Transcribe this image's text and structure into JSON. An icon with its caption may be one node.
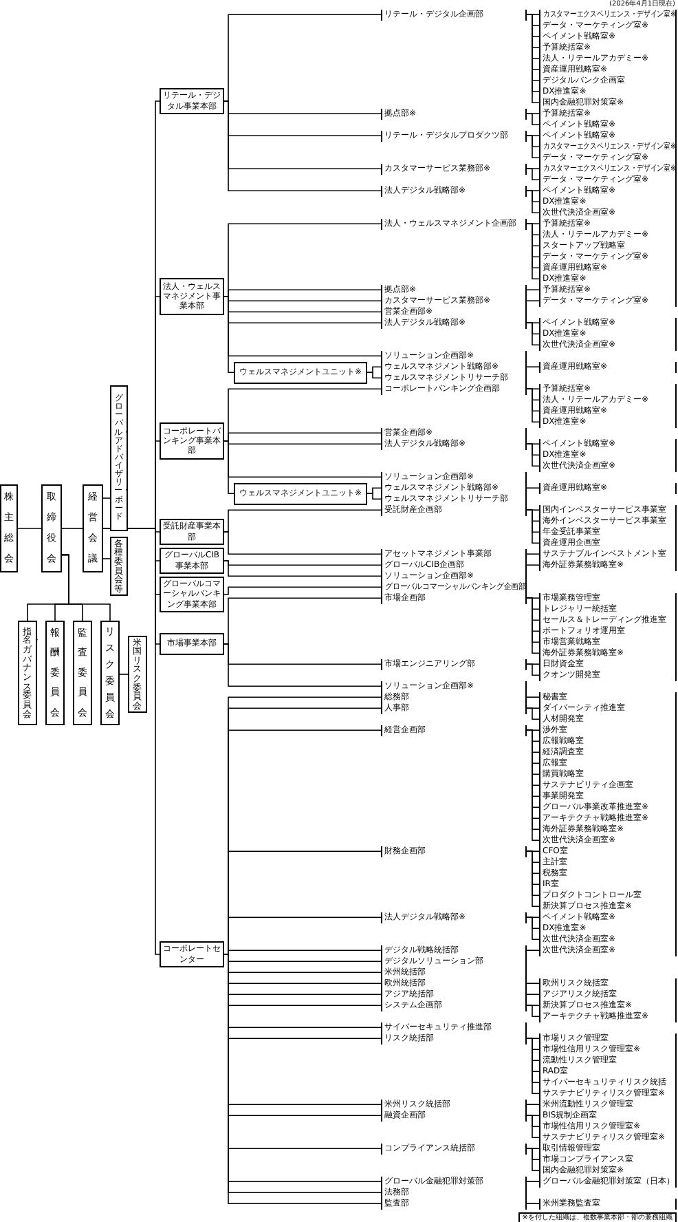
{
  "diagram": {
    "nodes": [
      {
        "text": [
          "株主総会"
        ]
      },
      {
        "text": [
          "取締役会"
        ]
      },
      {
        "text": [
          "経営会議"
        ]
      },
      {
        "text": [
          "グローバル・アドバイザリー・ボード"
        ]
      },
      {
        "text": [
          "各種委員会等"
        ]
      },
      {
        "text": [
          "指名・ガバナンス委員会"
        ]
      },
      {
        "text": [
          "報酬委員会"
        ]
      },
      {
        "text": [
          "監査委員会"
        ]
      },
      {
        "text": [
          "リスク委員会"
        ]
      },
      {
        "text": [
          "米国リスク委員会"
        ]
      },
      {
        "text": [
          "リテール・デジタル事業本部"
        ]
      },
      {
        "text": [
          "リテール・デジタル企画部"
        ]
      },
      {
        "text": [
          "カスタマーエクスペリエンス・デザイン室※"
        ]
      },
      {
        "text": [
          "データ・マーケティング室※"
        ]
      },
      {
        "text": [
          "ペイメント戦略室※"
        ]
      },
      {
        "text": [
          "予算統括室※"
        ]
      },
      {
        "text": [
          "法人・リテールアカデミー※"
        ]
      },
      {
        "text": [
          "資産運用戦略室※"
        ]
      },
      {
        "text": [
          "デジタルバンク企画室"
        ]
      },
      {
        "text": [
          "DX推進室※"
        ]
      },
      {
        "text": [
          "国内金融犯罪対策室※"
        ]
      },
      {
        "text": [
          "拠点部※"
        ]
      },
      {
        "text": [
          "予算統括室※"
        ]
      },
      {
        "text": [
          "ペイメント戦略室※"
        ]
      },
      {
        "text": [
          "リテール・デジタルプロダクツ部"
        ]
      },
      {
        "text": [
          "ペイメント戦略室※"
        ]
      },
      {
        "text": [
          "カスタマーエクスペリエンス・デザイン室※"
        ]
      },
      {
        "text": [
          "データ・マーケティング室※"
        ]
      },
      {
        "text": [
          "カスタマーサービス業務部※"
        ]
      },
      {
        "text": [
          "カスタマーエクスペリエンス・デザイン室※"
        ]
      },
      {
        "text": [
          "データ・マーケティング室※"
        ]
      },
      {
        "text": [
          "法人デジタル戦略部※"
        ]
      },
      {
        "text": [
          "ペイメント戦略室※"
        ]
      },
      {
        "text": [
          "DX推進室※"
        ]
      },
      {
        "text": [
          "次世代決済企画室※"
        ]
      },
      {
        "text": [
          "法人・ウェルスマネジメント事業本部"
        ]
      },
      {
        "text": [
          "法人・ウェルスマネジメント企画部"
        ]
      },
      {
        "text": [
          "予算統括室※"
        ]
      },
      {
        "text": [
          "法人・リテールアカデミー※"
        ]
      },
      {
        "text": [
          "スタートアップ戦略室"
        ]
      },
      {
        "text": [
          "データ・マーケティング室※"
        ]
      },
      {
        "text": [
          "資産運用戦略室※"
        ]
      },
      {
        "text": [
          "DX推進室※"
        ]
      },
      {
        "text": [
          "拠点部※"
        ]
      },
      {
        "text": [
          "予算統括室※"
        ]
      },
      {
        "text": [
          "カスタマーサービス業務部※"
        ]
      },
      {
        "text": [
          "データ・マーケティング室※"
        ]
      },
      {
        "text": [
          "営業企画部※"
        ]
      },
      {
        "text": [
          "法人デジタル戦略部※"
        ]
      },
      {
        "text": [
          "ペイメント戦略室※"
        ]
      },
      {
        "text": [
          "DX推進室※"
        ]
      },
      {
        "text": [
          "次世代決済企画室※"
        ]
      },
      {
        "text": [
          "ソリューション企画部※"
        ]
      },
      {
        "text": [
          "ウェルスマネジメントユニット※"
        ]
      },
      {
        "text": [
          "ウェルスマネジメント戦略部※"
        ]
      },
      {
        "text": [
          "資産運用戦略室※"
        ]
      },
      {
        "text": [
          "ウェルスマネジメントリサーチ部"
        ]
      },
      {
        "text": [
          "コーポレートバンキング事業本部"
        ]
      },
      {
        "text": [
          "コーポレートバンキング企画部"
        ]
      },
      {
        "text": [
          "予算統括室※"
        ]
      },
      {
        "text": [
          "法人・リテールアカデミー※"
        ]
      },
      {
        "text": [
          "資産運用戦略室※"
        ]
      },
      {
        "text": [
          "DX推進室※"
        ]
      },
      {
        "text": [
          "営業企画部※"
        ]
      },
      {
        "text": [
          "法人デジタル戦略部※"
        ]
      },
      {
        "text": [
          "ペイメント戦略室※"
        ]
      },
      {
        "text": [
          "DX推進室※"
        ]
      },
      {
        "text": [
          "次世代決済企画室※"
        ]
      },
      {
        "text": [
          "ソリューション企画部※"
        ]
      },
      {
        "text": [
          "ウェルスマネジメントユニット※"
        ]
      },
      {
        "text": [
          "ウェルスマネジメント戦略部※"
        ]
      },
      {
        "text": [
          "資産運用戦略室※"
        ]
      },
      {
        "text": [
          "ウェルスマネジメントリサーチ部"
        ]
      },
      {
        "text": [
          "受託財産事業本部"
        ]
      },
      {
        "text": [
          "受託財産企画部"
        ]
      },
      {
        "text": [
          "国内インベスターサービス事業室"
        ]
      },
      {
        "text": [
          "海外インベスターサービス事業室"
        ]
      },
      {
        "text": [
          "年金受託事業室"
        ]
      },
      {
        "text": [
          "資産運用企画室"
        ]
      },
      {
        "text": [
          "アセットマネジメント事業部"
        ]
      },
      {
        "text": [
          "サステナブルインベストメント室"
        ]
      },
      {
        "text": [
          "グローバルCIB事業本部"
        ]
      },
      {
        "text": [
          "グローバルCIB企画部"
        ]
      },
      {
        "text": [
          "海外証券業務戦略室※"
        ]
      },
      {
        "text": [
          "ソリューション企画部※"
        ]
      },
      {
        "text": [
          "グローバルコマーシャルバンキング事業本部"
        ]
      },
      {
        "text": [
          "グローバルコマーシャルバンキング企画部"
        ]
      },
      {
        "text": [
          "市場事業本部"
        ]
      },
      {
        "text": [
          "市場企画部"
        ]
      },
      {
        "text": [
          "市場業務管理室"
        ]
      },
      {
        "text": [
          "トレジャリー統括室"
        ]
      },
      {
        "text": [
          "セールス＆トレーディング推進室"
        ]
      },
      {
        "text": [
          "ポートフォリオ運用室"
        ]
      },
      {
        "text": [
          "市場営業戦略室"
        ]
      },
      {
        "text": [
          "海外証券業務戦略室※"
        ]
      },
      {
        "text": [
          "市場エンジニアリング部"
        ]
      },
      {
        "text": [
          "日財資金室"
        ]
      },
      {
        "text": [
          "クオンツ開発室"
        ]
      },
      {
        "text": [
          "ソリューション企画部※"
        ]
      },
      {
        "text": [
          "コーポレートセンター"
        ]
      },
      {
        "text": [
          "総務部"
        ]
      },
      {
        "text": [
          "秘書室"
        ]
      },
      {
        "text": [
          "人事部"
        ]
      },
      {
        "text": [
          "ダイバーシティ推進室"
        ]
      },
      {
        "text": [
          "人材開発室"
        ]
      },
      {
        "text": [
          "経営企画部"
        ]
      },
      {
        "text": [
          "渉外室"
        ]
      },
      {
        "text": [
          "広報戦略室"
        ]
      },
      {
        "text": [
          "経済調査室"
        ]
      },
      {
        "text": [
          "広報室"
        ]
      },
      {
        "text": [
          "購買戦略室"
        ]
      },
      {
        "text": [
          "サステナビリティ企画室"
        ]
      },
      {
        "text": [
          "事業開発室"
        ]
      },
      {
        "text": [
          "グローバル事業改革推進室※"
        ]
      },
      {
        "text": [
          "アーキテクチャ戦略推進室※"
        ]
      },
      {
        "text": [
          "海外証券業務戦略室※"
        ]
      },
      {
        "text": [
          "次世代決済企画室※"
        ]
      },
      {
        "text": [
          "財務企画部"
        ]
      },
      {
        "text": [
          "CFO室"
        ]
      },
      {
        "text": [
          "主計室"
        ]
      },
      {
        "text": [
          "税務室"
        ]
      },
      {
        "text": [
          "IR室"
        ]
      },
      {
        "text": [
          "プロダクトコントロール室"
        ]
      },
      {
        "text": [
          "新決算プロセス推進室※"
        ]
      },
      {
        "text": [
          "法人デジタル戦略部※"
        ]
      },
      {
        "text": [
          "ペイメント戦略室※"
        ]
      },
      {
        "text": [
          "DX推進室※"
        ]
      },
      {
        "text": [
          "次世代決済企画室※"
        ]
      },
      {
        "text": [
          "デジタル戦略統括部"
        ]
      },
      {
        "text": [
          "次世代決済企画室※"
        ]
      },
      {
        "text": [
          "デジタルソリューション部"
        ]
      },
      {
        "text": [
          "米州統括部"
        ]
      },
      {
        "text": [
          "欧州統括部"
        ]
      },
      {
        "text": [
          "欧州リスク統括室"
        ]
      },
      {
        "text": [
          "アジア統括部"
        ]
      },
      {
        "text": [
          "アジアリスク統括室"
        ]
      },
      {
        "text": [
          "システム企画部"
        ]
      },
      {
        "text": [
          "新決算プロセス推進室※"
        ]
      },
      {
        "text": [
          "アーキテクチャ戦略推進室※"
        ]
      },
      {
        "text": [
          "サイバーセキュリティ推進部"
        ]
      },
      {
        "text": [
          "リスク統括部"
        ]
      },
      {
        "text": [
          "市場リスク管理室"
        ]
      },
      {
        "text": [
          "市場性信用リスク管理室※"
        ]
      },
      {
        "text": [
          "流動性リスク管理室"
        ]
      },
      {
        "text": [
          "RAD室"
        ]
      },
      {
        "text": [
          "サイバーセキュリティリスク統括"
        ]
      },
      {
        "text": [
          "サステナビリティリスク管理室※"
        ]
      },
      {
        "text": [
          "米州リスク統括部"
        ]
      },
      {
        "text": [
          "米州流動性リスク管理室"
        ]
      },
      {
        "text": [
          "融資企画部"
        ]
      },
      {
        "text": [
          "BIS規制企画室"
        ]
      },
      {
        "text": [
          "市場性信用リスク管理室※"
        ]
      },
      {
        "text": [
          "サステナビリティリスク管理室※"
        ]
      },
      {
        "text": [
          "コンプライアンス統括部"
        ]
      },
      {
        "text": [
          "取引情報管理室"
        ]
      },
      {
        "text": [
          "市場コンプライアンス室"
        ]
      },
      {
        "text": [
          "国内金融犯罪対策室※"
        ]
      },
      {
        "text": [
          "グローバル金融犯罪対策部"
        ]
      },
      {
        "text": [
          "グローバル金融犯罪対策室（日本）"
        ]
      },
      {
        "text": [
          "法務部"
        ]
      },
      {
        "text": [
          "監査部"
        ]
      },
      {
        "text": [
          "米州業務監査室"
        ]
      }
    ],
    "edges": [
      {
        "from": 0,
        "to": 1,
        "arrow": "none"
      },
      {
        "from": 1,
        "to": 2,
        "arrow": "none"
      },
      {
        "from": 2,
        "to": 3,
        "arrow": "none"
      },
      {
        "from": 2,
        "to": 4,
        "arrow": "none"
      },
      {
        "from": 1,
        "to": 5,
        "arrow": "none"
      },
      {
        "from": 1,
        "to": 6,
        "arrow": "none"
      },
      {
        "from": 1,
        "to": 7,
        "arrow": "none"
      },
      {
        "from": 1,
        "to": 8,
        "arrow": "none"
      },
      {
        "from": 8,
        "to": 9,
        "arrow": "none"
      },
      {
        "from": 2,
        "to": 10,
        "arrow": "none"
      },
      {
        "from": 2,
        "to": 35,
        "arrow": "none"
      },
      {
        "from": 2,
        "to": 57,
        "arrow": "none"
      },
      {
        "from": 2,
        "to": 73,
        "arrow": "none"
      },
      {
        "from": 2,
        "to": 81,
        "arrow": "none"
      },
      {
        "from": 2,
        "to": 85,
        "arrow": "none"
      },
      {
        "from": 2,
        "to": 87,
        "arrow": "none"
      },
      {
        "from": 2,
        "to": 99,
        "arrow": "none"
      },
      {
        "from": 10,
        "to": 11,
        "arrow": "none"
      },
      {
        "from": 10,
        "to": 21,
        "arrow": "none"
      },
      {
        "from": 10,
        "to": 24,
        "arrow": "none"
      },
      {
        "from": 10,
        "to": 28,
        "arrow": "none"
      },
      {
        "from": 10,
        "to": 31,
        "arrow": "none"
      },
      {
        "from": 11,
        "to": 12,
        "arrow": "none"
      },
      {
        "from": 11,
        "to": 13,
        "arrow": "none"
      },
      {
        "from": 11,
        "to": 14,
        "arrow": "none"
      },
      {
        "from": 11,
        "to": 15,
        "arrow": "none"
      },
      {
        "from": 11,
        "to": 16,
        "arrow": "none"
      },
      {
        "from": 11,
        "to": 17,
        "arrow": "none"
      },
      {
        "from": 11,
        "to": 18,
        "arrow": "none"
      },
      {
        "from": 11,
        "to": 19,
        "arrow": "none"
      },
      {
        "from": 11,
        "to": 20,
        "arrow": "none"
      },
      {
        "from": 21,
        "to": 22,
        "arrow": "none"
      },
      {
        "from": 21,
        "to": 23,
        "arrow": "none"
      },
      {
        "from": 24,
        "to": 25,
        "arrow": "none"
      },
      {
        "from": 24,
        "to": 26,
        "arrow": "none"
      },
      {
        "from": 24,
        "to": 27,
        "arrow": "none"
      },
      {
        "from": 28,
        "to": 29,
        "arrow": "none"
      },
      {
        "from": 28,
        "to": 30,
        "arrow": "none"
      },
      {
        "from": 31,
        "to": 32,
        "arrow": "none"
      },
      {
        "from": 31,
        "to": 33,
        "arrow": "none"
      },
      {
        "from": 31,
        "to": 34,
        "arrow": "none"
      },
      {
        "from": 35,
        "to": 36,
        "arrow": "none"
      },
      {
        "from": 35,
        "to": 43,
        "arrow": "none"
      },
      {
        "from": 35,
        "to": 45,
        "arrow": "none"
      },
      {
        "from": 35,
        "to": 47,
        "arrow": "none"
      },
      {
        "from": 35,
        "to": 48,
        "arrow": "none"
      },
      {
        "from": 35,
        "to": 52,
        "arrow": "none"
      },
      {
        "from": 35,
        "to": 53,
        "arrow": "none"
      },
      {
        "from": 36,
        "to": 37,
        "arrow": "none"
      },
      {
        "from": 36,
        "to": 38,
        "arrow": "none"
      },
      {
        "from": 36,
        "to": 39,
        "arrow": "none"
      },
      {
        "from": 36,
        "to": 40,
        "arrow": "none"
      },
      {
        "from": 36,
        "to": 41,
        "arrow": "none"
      },
      {
        "from": 36,
        "to": 42,
        "arrow": "none"
      },
      {
        "from": 43,
        "to": 44,
        "arrow": "none"
      },
      {
        "from": 45,
        "to": 46,
        "arrow": "none"
      },
      {
        "from": 48,
        "to": 49,
        "arrow": "none"
      },
      {
        "from": 48,
        "to": 50,
        "arrow": "none"
      },
      {
        "from": 48,
        "to": 51,
        "arrow": "none"
      },
      {
        "from": 53,
        "to": 54,
        "arrow": "none"
      },
      {
        "from": 53,
        "to": 56,
        "arrow": "none"
      },
      {
        "from": 54,
        "to": 55,
        "arrow": "none"
      },
      {
        "from": 57,
        "to": 58,
        "arrow": "none"
      },
      {
        "from": 57,
        "to": 63,
        "arrow": "none"
      },
      {
        "from": 57,
        "to": 64,
        "arrow": "none"
      },
      {
        "from": 57,
        "to": 68,
        "arrow": "none"
      },
      {
        "from": 57,
        "to": 69,
        "arrow": "none"
      },
      {
        "from": 58,
        "to": 59,
        "arrow": "none"
      },
      {
        "from": 58,
        "to": 60,
        "arrow": "none"
      },
      {
        "from": 58,
        "to": 61,
        "arrow": "none"
      },
      {
        "from": 58,
        "to": 62,
        "arrow": "none"
      },
      {
        "from": 64,
        "to": 65,
        "arrow": "none"
      },
      {
        "from": 64,
        "to": 66,
        "arrow": "none"
      },
      {
        "from": 64,
        "to": 67,
        "arrow": "none"
      },
      {
        "from": 69,
        "to": 70,
        "arrow": "none"
      },
      {
        "from": 69,
        "to": 72,
        "arrow": "none"
      },
      {
        "from": 70,
        "to": 71,
        "arrow": "none"
      },
      {
        "from": 73,
        "to": 74,
        "arrow": "none"
      },
      {
        "from": 73,
        "to": 79,
        "arrow": "none"
      },
      {
        "from": 74,
        "to": 75,
        "arrow": "none"
      },
      {
        "from": 74,
        "to": 76,
        "arrow": "none"
      },
      {
        "from": 74,
        "to": 77,
        "arrow": "none"
      },
      {
        "from": 74,
        "to": 78,
        "arrow": "none"
      },
      {
        "from": 79,
        "to": 80,
        "arrow": "none"
      },
      {
        "from": 81,
        "to": 82,
        "arrow": "none"
      },
      {
        "from": 81,
        "to": 84,
        "arrow": "none"
      },
      {
        "from": 82,
        "to": 83,
        "arrow": "none"
      },
      {
        "from": 85,
        "to": 86,
        "arrow": "none"
      },
      {
        "from": 87,
        "to": 88,
        "arrow": "none"
      },
      {
        "from": 87,
        "to": 95,
        "arrow": "none"
      },
      {
        "from": 87,
        "to": 98,
        "arrow": "none"
      },
      {
        "from": 88,
        "to": 89,
        "arrow": "none"
      },
      {
        "from": 88,
        "to": 90,
        "arrow": "none"
      },
      {
        "from": 88,
        "to": 91,
        "arrow": "none"
      },
      {
        "from": 88,
        "to": 92,
        "arrow": "none"
      },
      {
        "from": 88,
        "to": 93,
        "arrow": "none"
      },
      {
        "from": 88,
        "to": 94,
        "arrow": "none"
      },
      {
        "from": 95,
        "to": 96,
        "arrow": "none"
      },
      {
        "from": 95,
        "to": 97,
        "arrow": "none"
      },
      {
        "from": 99,
        "to": 100,
        "arrow": "none"
      },
      {
        "from": 99,
        "to": 102,
        "arrow": "none"
      },
      {
        "from": 99,
        "to": 105,
        "arrow": "none"
      },
      {
        "from": 99,
        "to": 117,
        "arrow": "none"
      },
      {
        "from": 99,
        "to": 124,
        "arrow": "none"
      },
      {
        "from": 99,
        "to": 128,
        "arrow": "none"
      },
      {
        "from": 99,
        "to": 130,
        "arrow": "none"
      },
      {
        "from": 99,
        "to": 131,
        "arrow": "none"
      },
      {
        "from": 99,
        "to": 132,
        "arrow": "none"
      },
      {
        "from": 99,
        "to": 134,
        "arrow": "none"
      },
      {
        "from": 99,
        "to": 136,
        "arrow": "none"
      },
      {
        "from": 99,
        "to": 139,
        "arrow": "none"
      },
      {
        "from": 99,
        "to": 140,
        "arrow": "none"
      },
      {
        "from": 99,
        "to": 147,
        "arrow": "none"
      },
      {
        "from": 99,
        "to": 149,
        "arrow": "none"
      },
      {
        "from": 99,
        "to": 153,
        "arrow": "none"
      },
      {
        "from": 99,
        "to": 157,
        "arrow": "none"
      },
      {
        "from": 99,
        "to": 159,
        "arrow": "none"
      },
      {
        "from": 99,
        "to": 160,
        "arrow": "none"
      },
      {
        "from": 100,
        "to": 101,
        "arrow": "none"
      },
      {
        "from": 102,
        "to": 103,
        "arrow": "none"
      },
      {
        "from": 102,
        "to": 104,
        "arrow": "none"
      },
      {
        "from": 105,
        "to": 106,
        "arrow": "none"
      },
      {
        "from": 105,
        "to": 107,
        "arrow": "none"
      },
      {
        "from": 105,
        "to": 108,
        "arrow": "none"
      },
      {
        "from": 105,
        "to": 109,
        "arrow": "none"
      },
      {
        "from": 105,
        "to": 110,
        "arrow": "none"
      },
      {
        "from": 105,
        "to": 111,
        "arrow": "none"
      },
      {
        "from": 105,
        "to": 112,
        "arrow": "none"
      },
      {
        "from": 105,
        "to": 113,
        "arrow": "none"
      },
      {
        "from": 105,
        "to": 114,
        "arrow": "none"
      },
      {
        "from": 105,
        "to": 115,
        "arrow": "none"
      },
      {
        "from": 105,
        "to": 116,
        "arrow": "none"
      },
      {
        "from": 117,
        "to": 118,
        "arrow": "none"
      },
      {
        "from": 117,
        "to": 119,
        "arrow": "none"
      },
      {
        "from": 117,
        "to": 120,
        "arrow": "none"
      },
      {
        "from": 117,
        "to": 121,
        "arrow": "none"
      },
      {
        "from": 117,
        "to": 122,
        "arrow": "none"
      },
      {
        "from": 117,
        "to": 123,
        "arrow": "none"
      },
      {
        "from": 124,
        "to": 125,
        "arrow": "none"
      },
      {
        "from": 124,
        "to": 126,
        "arrow": "none"
      },
      {
        "from": 124,
        "to": 127,
        "arrow": "none"
      },
      {
        "from": 128,
        "to": 129,
        "arrow": "none"
      },
      {
        "from": 132,
        "to": 133,
        "arrow": "none"
      },
      {
        "from": 134,
        "to": 135,
        "arrow": "none"
      },
      {
        "from": 136,
        "to": 137,
        "arrow": "none"
      },
      {
        "from": 136,
        "to": 138,
        "arrow": "none"
      },
      {
        "from": 140,
        "to": 141,
        "arrow": "none"
      },
      {
        "from": 140,
        "to": 142,
        "arrow": "none"
      },
      {
        "from": 140,
        "to": 143,
        "arrow": "none"
      },
      {
        "from": 140,
        "to": 144,
        "arrow": "none"
      },
      {
        "from": 140,
        "to": 145,
        "arrow": "none"
      },
      {
        "from": 140,
        "to": 146,
        "arrow": "none"
      },
      {
        "from": 147,
        "to": 148,
        "arrow": "none"
      },
      {
        "from": 149,
        "to": 150,
        "arrow": "none"
      },
      {
        "from": 149,
        "to": 151,
        "arrow": "none"
      },
      {
        "from": 149,
        "to": 152,
        "arrow": "none"
      },
      {
        "from": 153,
        "to": 154,
        "arrow": "none"
      },
      {
        "from": 153,
        "to": 155,
        "arrow": "none"
      },
      {
        "from": 153,
        "to": 156,
        "arrow": "none"
      },
      {
        "from": 157,
        "to": 158,
        "arrow": "none"
      },
      {
        "from": 160,
        "to": 161,
        "arrow": "none"
      }
    ],
    "labels": [
      "(2026年4月1日現在)",
      "※を付した組織は、複数事業本部・部の兼務組織"
    ]
  }
}
